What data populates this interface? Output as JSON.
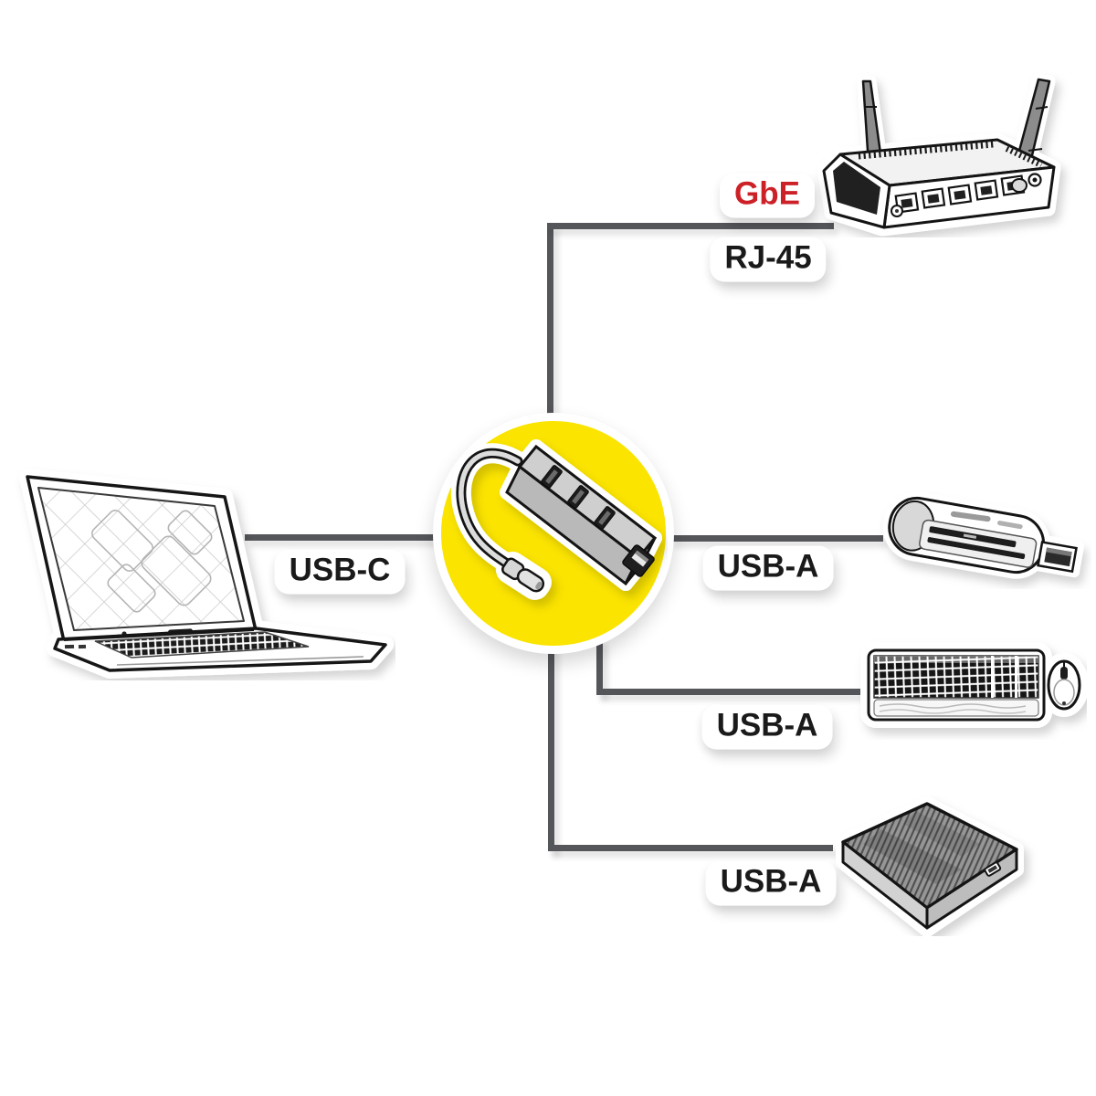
{
  "labels": {
    "gbe": "GbE",
    "rj45": "RJ-45",
    "usb_c": "USB-C",
    "usb_a_top": "USB-A",
    "usb_a_middle": "USB-A",
    "usb_a_bottom": "USB-A"
  },
  "devices": {
    "hub": "usb-c-hub-with-3-usb-a-and-gigabit-ethernet",
    "laptop": "laptop",
    "router": "wireless-router",
    "card_reader": "card-reader",
    "keyboard_mouse": "keyboard-and-mouse",
    "hard_drive": "external-hard-drive"
  },
  "colors": {
    "background": "#ffffff",
    "accent_yellow": "#fbe400",
    "line_gray": "#54565a",
    "label_red": "#cc2127",
    "label_black": "#1a1a1a"
  }
}
